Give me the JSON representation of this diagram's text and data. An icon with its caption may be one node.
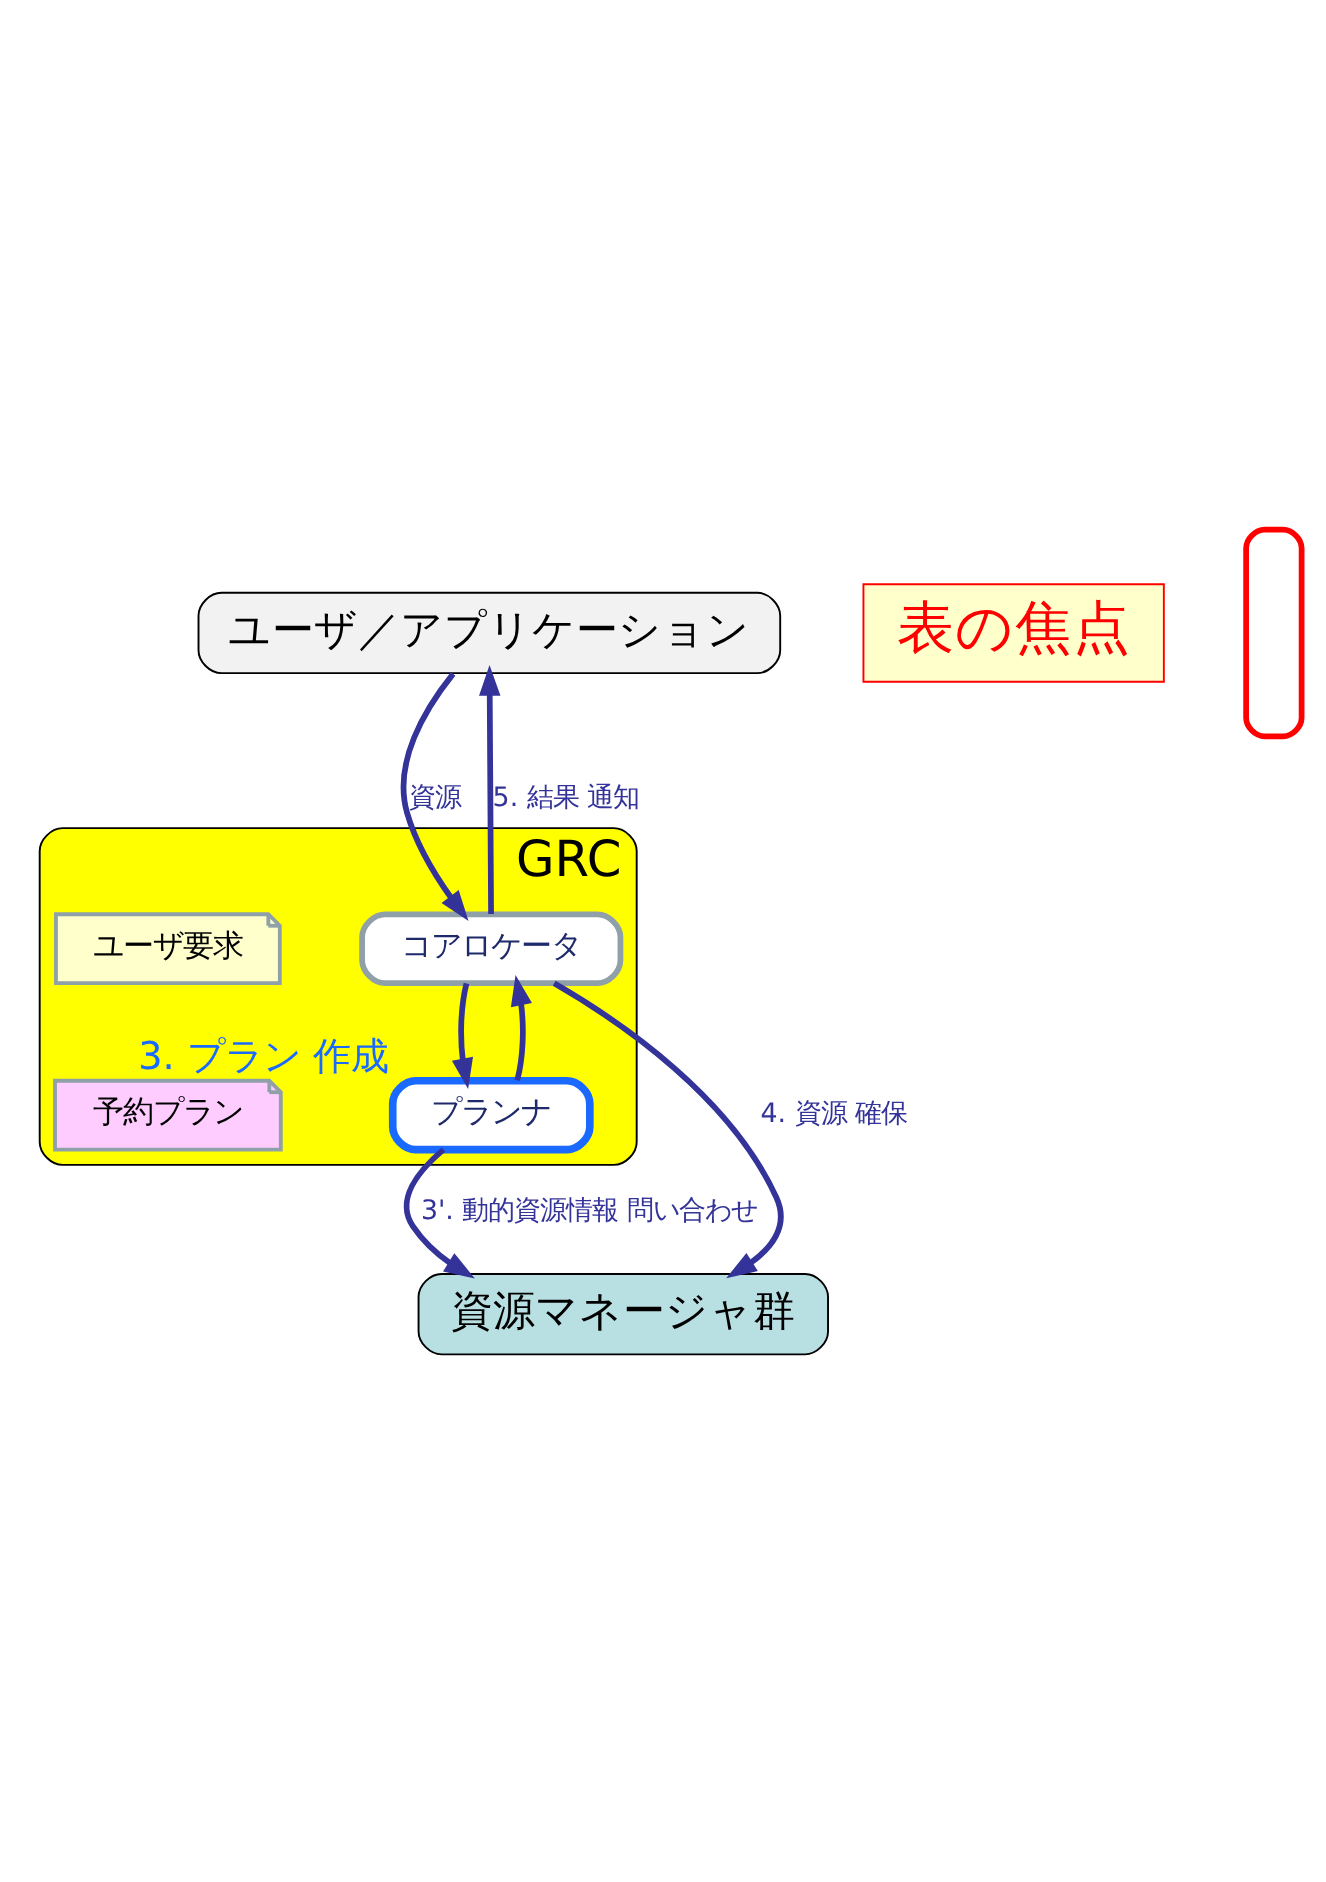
{
  "diagram": {
    "nodes": [
      {
        "text": [
          "ユーザ／アプリケーション"
        ]
      },
      {
        "text": [
          "GRC"
        ]
      },
      {
        "text": [
          "コアロケータ"
        ],
        "in": 1
      },
      {
        "text": [
          "プランナ"
        ],
        "in": 1,
        "beside": [
          "3. プラン 作成"
        ]
      },
      {
        "text": [
          "ユーザ要求"
        ],
        "in": 1
      },
      {
        "text": [
          "予約プラン"
        ],
        "in": 1
      },
      {
        "text": [
          "資源マネージャ群"
        ]
      },
      {
        "text": [
          "表の焦点"
        ]
      },
      {
        "text": [],
        "shape": "box"
      }
    ],
    "edges": [
      {
        "from": 0,
        "to": 2,
        "arrow": "to",
        "label": "資源"
      },
      {
        "from": 2,
        "to": 0,
        "arrow": "to",
        "label": "5. 結果 通知"
      },
      {
        "from": 2,
        "to": 3,
        "arrow": "to"
      },
      {
        "from": 3,
        "to": 2,
        "arrow": "to"
      },
      {
        "from": 2,
        "to": 6,
        "arrow": "to",
        "label": "4. 資源 確保"
      },
      {
        "from": 3,
        "to": 6,
        "arrow": "to",
        "label": "3'. 動的資源情報 問い合わせ"
      }
    ]
  }
}
